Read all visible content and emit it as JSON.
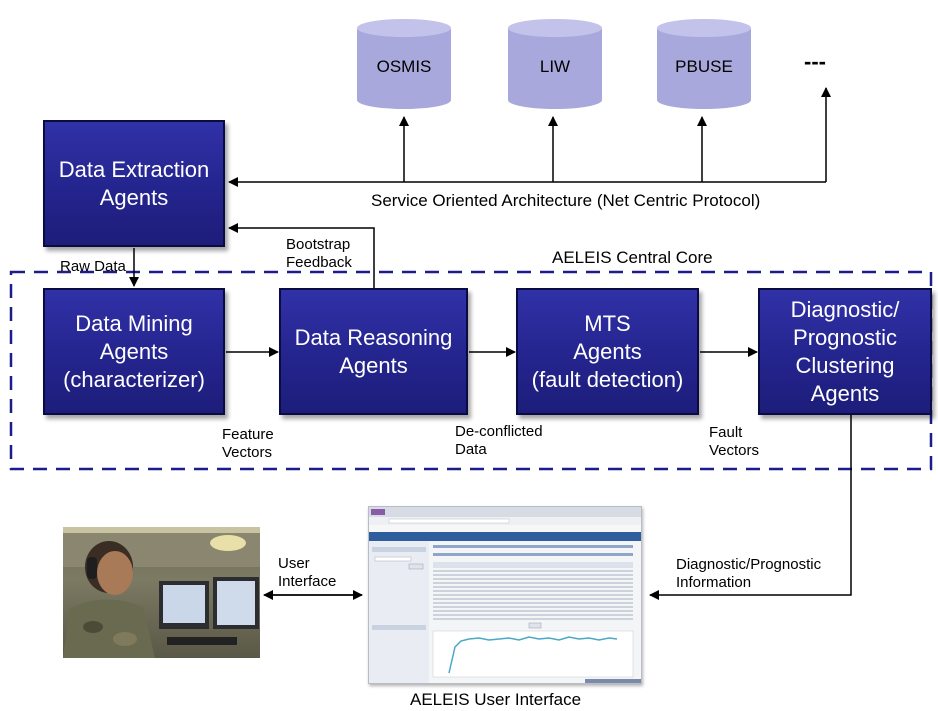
{
  "databases": [
    {
      "label": "OSMIS"
    },
    {
      "label": "LIW"
    },
    {
      "label": "PBUSE"
    }
  ],
  "ellipsis": "---",
  "boxes": {
    "extraction": "Data Extraction\nAgents",
    "mining": "Data Mining\nAgents\n(characterizer)",
    "reasoning": "Data Reasoning\nAgents",
    "mts": "MTS\nAgents\n(fault detection)",
    "diagnostic": "Diagnostic/\nPrognostic\nClustering\nAgents"
  },
  "labels": {
    "soa": "Service Oriented Architecture (Net Centric Protocol)",
    "central_core": "AELEIS Central Core",
    "raw_data": "Raw Data",
    "bootstrap": "Bootstrap\nFeedback",
    "feature_vectors": "Feature\nVectors",
    "deconflicted": "De-conflicted\nData",
    "fault_vectors": "Fault\nVectors",
    "diag_info": "Diagnostic/Prognostic\nInformation",
    "user_interface": "User\nInterface",
    "aeleis_ui": "AELEIS User Interface"
  },
  "colors": {
    "box": "#26268f",
    "cylinder": "#a9a8dc",
    "dashed": "#1c1c8c"
  }
}
